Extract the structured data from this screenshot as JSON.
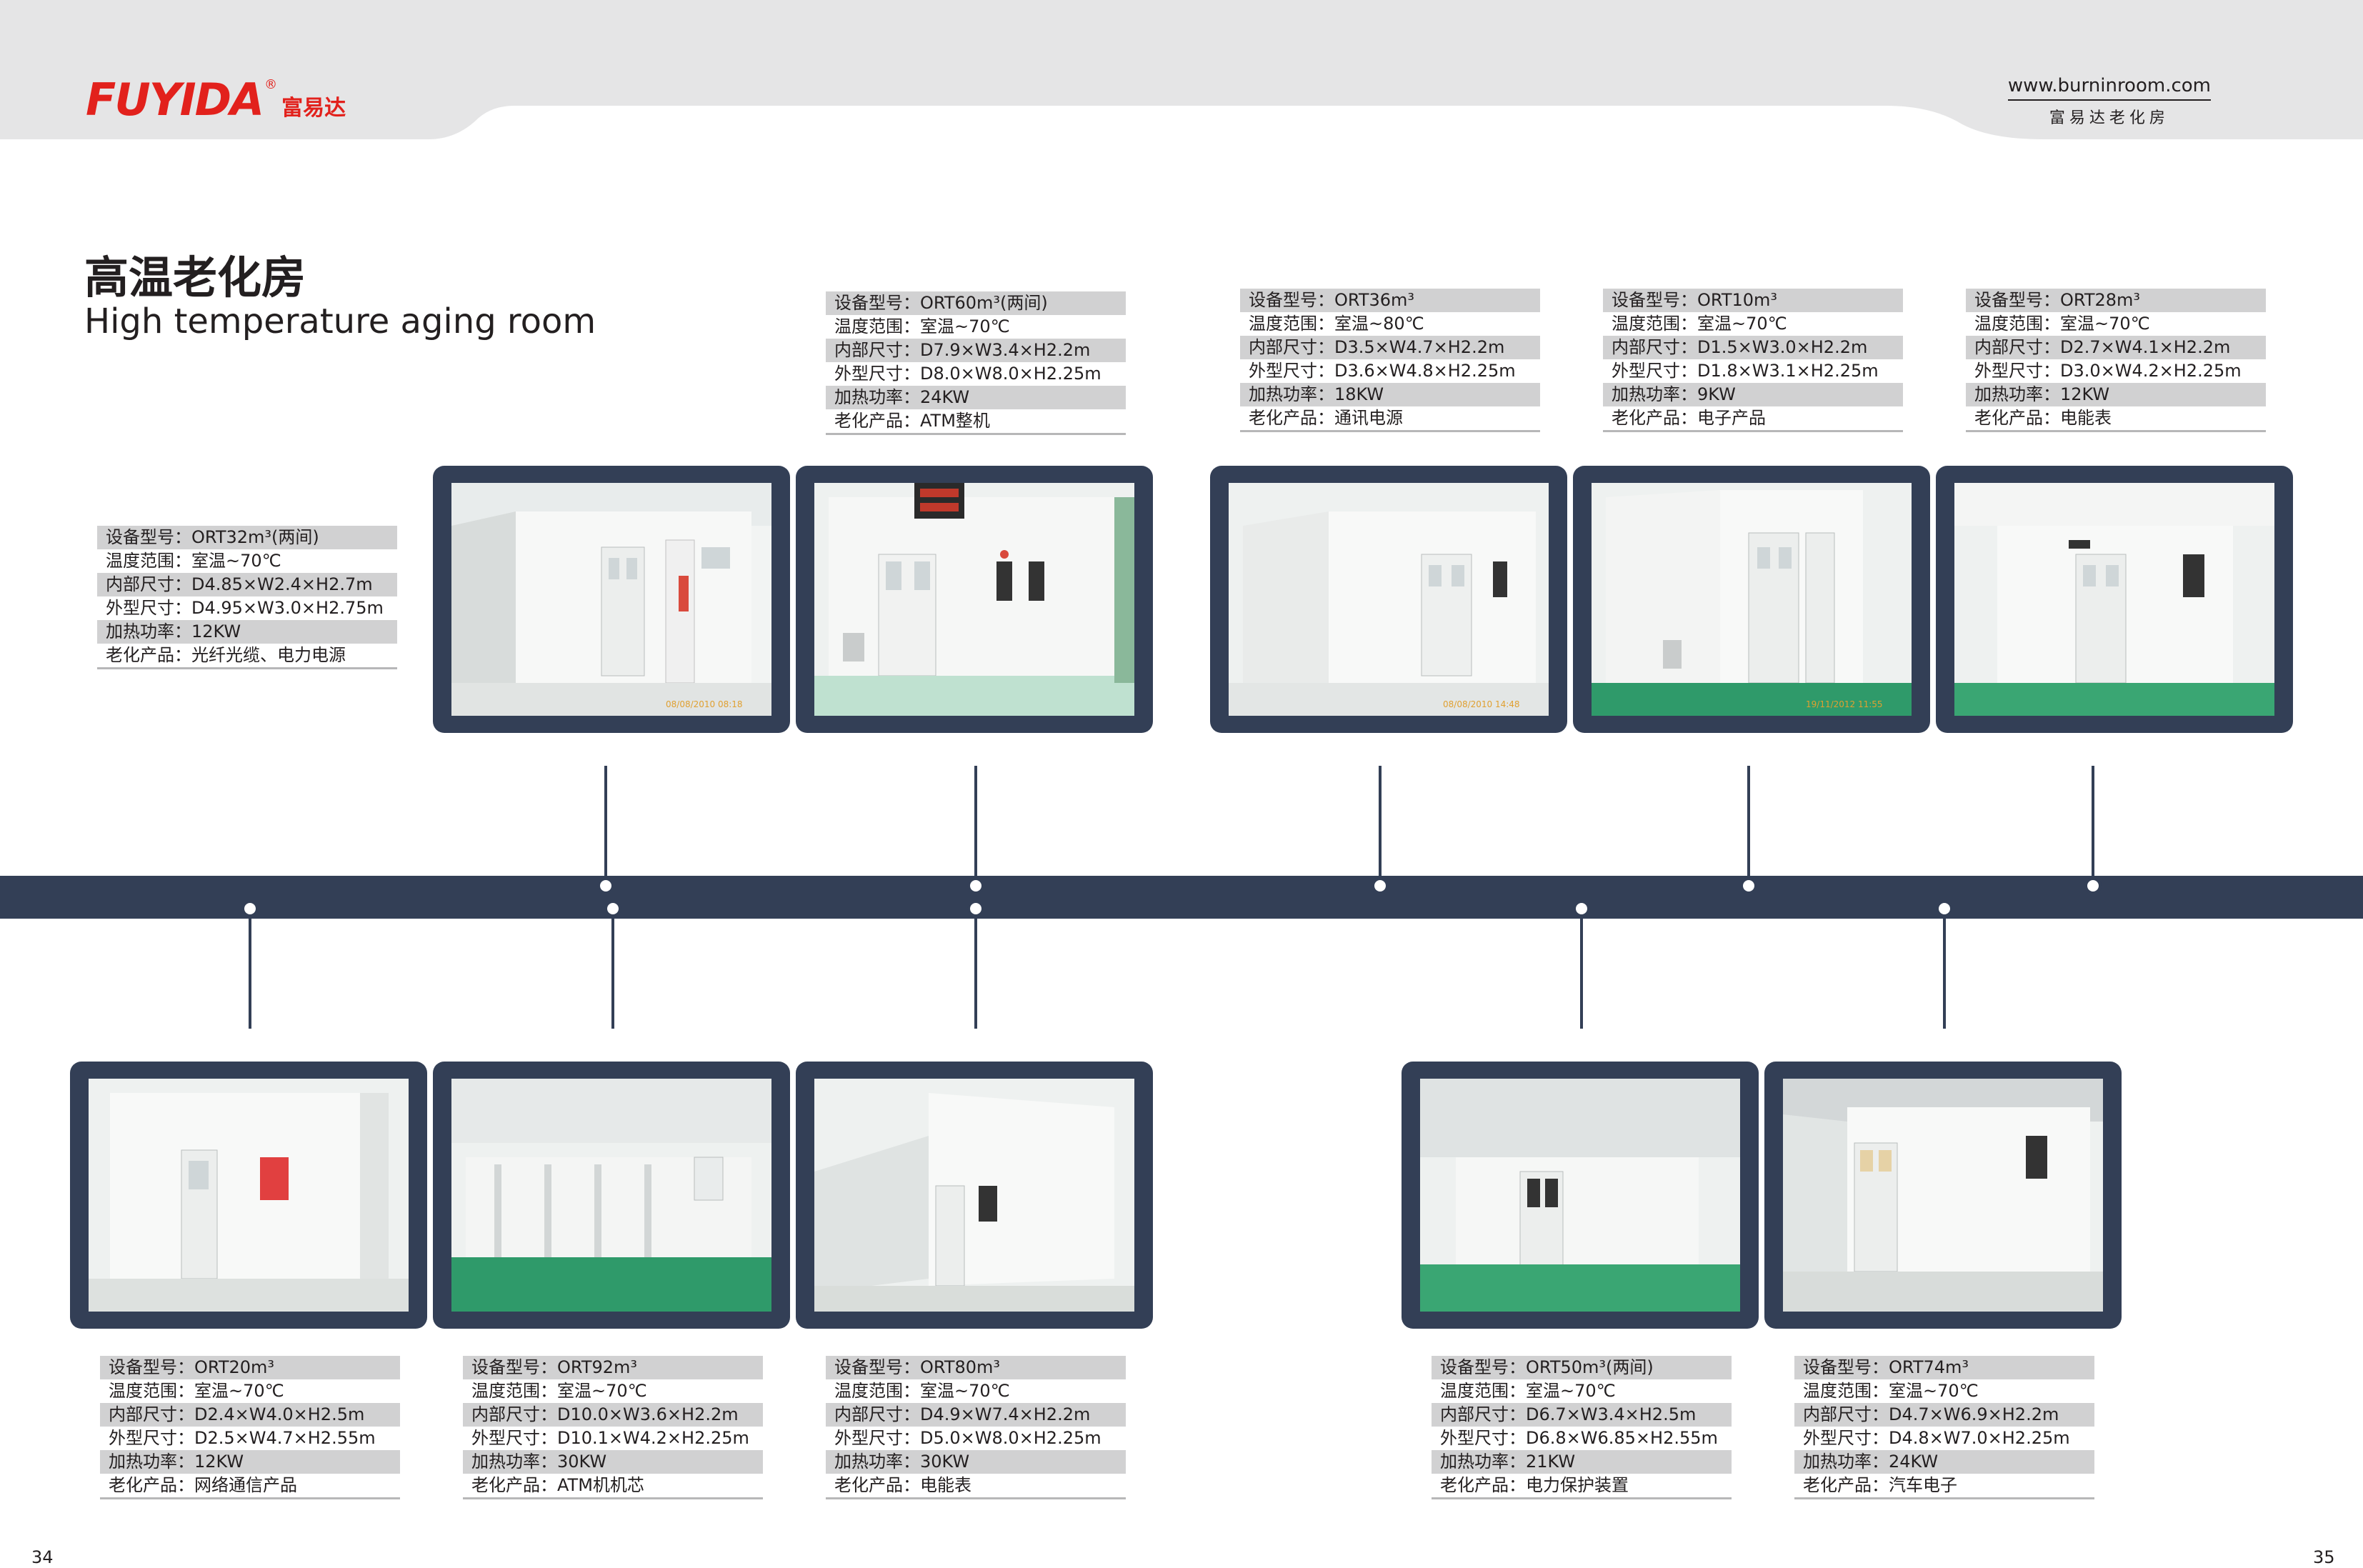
{
  "header": {
    "logo_text": "FUYIDA",
    "logo_registered": "®",
    "logo_cn": "富易达",
    "website": "www.burninroom.com",
    "website_cn": "富易达老化房"
  },
  "title": {
    "cn": "高温老化房",
    "en": "High temperature aging room"
  },
  "colors": {
    "band": "#333f56",
    "logo_red": "#e2211c",
    "spec_shade": "#d1d1d2",
    "header_gray": "#e5e5e6"
  },
  "rooms": [
    {
      "model": "设备型号：ORT32m³(两间)",
      "temp": "温度范围：室温~70℃",
      "inner": "内部尺寸：D4.85×W2.4×H2.7m",
      "outer": "外型尺寸：D4.95×W3.0×H2.75m",
      "power": "加热功率：12KW",
      "product": "老化产品：光纤光缆、电力电源"
    },
    {
      "model": "设备型号：ORT60m³(两间)",
      "temp": "温度范围：室温~70℃",
      "inner": "内部尺寸：D7.9×W3.4×H2.2m",
      "outer": "外型尺寸：D8.0×W8.0×H2.25m",
      "power": "加热功率：24KW",
      "product": "老化产品：ATM整机"
    },
    {
      "model": "设备型号：ORT36m³",
      "temp": "温度范围：室温~80℃",
      "inner": "内部尺寸：D3.5×W4.7×H2.2m",
      "outer": "外型尺寸：D3.6×W4.8×H2.25m",
      "power": "加热功率：18KW",
      "product": "老化产品：通讯电源"
    },
    {
      "model": "设备型号：ORT10m³",
      "temp": "温度范围：室温~70℃",
      "inner": "内部尺寸：D1.5×W3.0×H2.2m",
      "outer": "外型尺寸：D1.8×W3.1×H2.25m",
      "power": "加热功率：9KW",
      "product": "老化产品：电子产品"
    },
    {
      "model": "设备型号：ORT28m³",
      "temp": "温度范围：室温~70℃",
      "inner": "内部尺寸：D2.7×W4.1×H2.2m",
      "outer": "外型尺寸：D3.0×W4.2×H2.25m",
      "power": "加热功率：12KW",
      "product": "老化产品：电能表"
    },
    {
      "model": "设备型号：ORT20m³",
      "temp": "温度范围：室温~70℃",
      "inner": "内部尺寸：D2.4×W4.0×H2.5m",
      "outer": "外型尺寸：D2.5×W4.7×H2.55m",
      "power": "加热功率：12KW",
      "product": "老化产品：网络通信产品"
    },
    {
      "model": "设备型号：ORT92m³",
      "temp": "温度范围：室温~70℃",
      "inner": "内部尺寸：D10.0×W3.6×H2.2m",
      "outer": "外型尺寸：D10.1×W4.2×H2.25m",
      "power": "加热功率：30KW",
      "product": "老化产品：ATM机机芯"
    },
    {
      "model": "设备型号：ORT80m³",
      "temp": "温度范围：室温~70℃",
      "inner": "内部尺寸：D4.9×W7.4×H2.2m",
      "outer": "外型尺寸：D5.0×W8.0×H2.25m",
      "power": "加热功率：30KW",
      "product": "老化产品：电能表"
    },
    {
      "model": "设备型号：ORT50m³(两间)",
      "temp": "温度范围：室温~70℃",
      "inner": "内部尺寸：D6.7×W3.4×H2.5m",
      "outer": "外型尺寸：D6.8×W6.85×H2.55m",
      "power": "加热功率：21KW",
      "product": "老化产品：电力保护装置"
    },
    {
      "model": "设备型号：ORT74m³",
      "temp": "温度范围：室温~70℃",
      "inner": "内部尺寸：D4.7×W6.9×H2.2m",
      "outer": "外型尺寸：D4.8×W7.0×H2.25m",
      "power": "加热功率：24KW",
      "product": "老化产品：汽车电子"
    }
  ],
  "photo_timestamps": [
    "08/08/2010 08:18",
    "08/08/2010 14:48",
    "19/11/2012 11:55"
  ],
  "page_numbers": {
    "left": "34",
    "right": "35"
  }
}
